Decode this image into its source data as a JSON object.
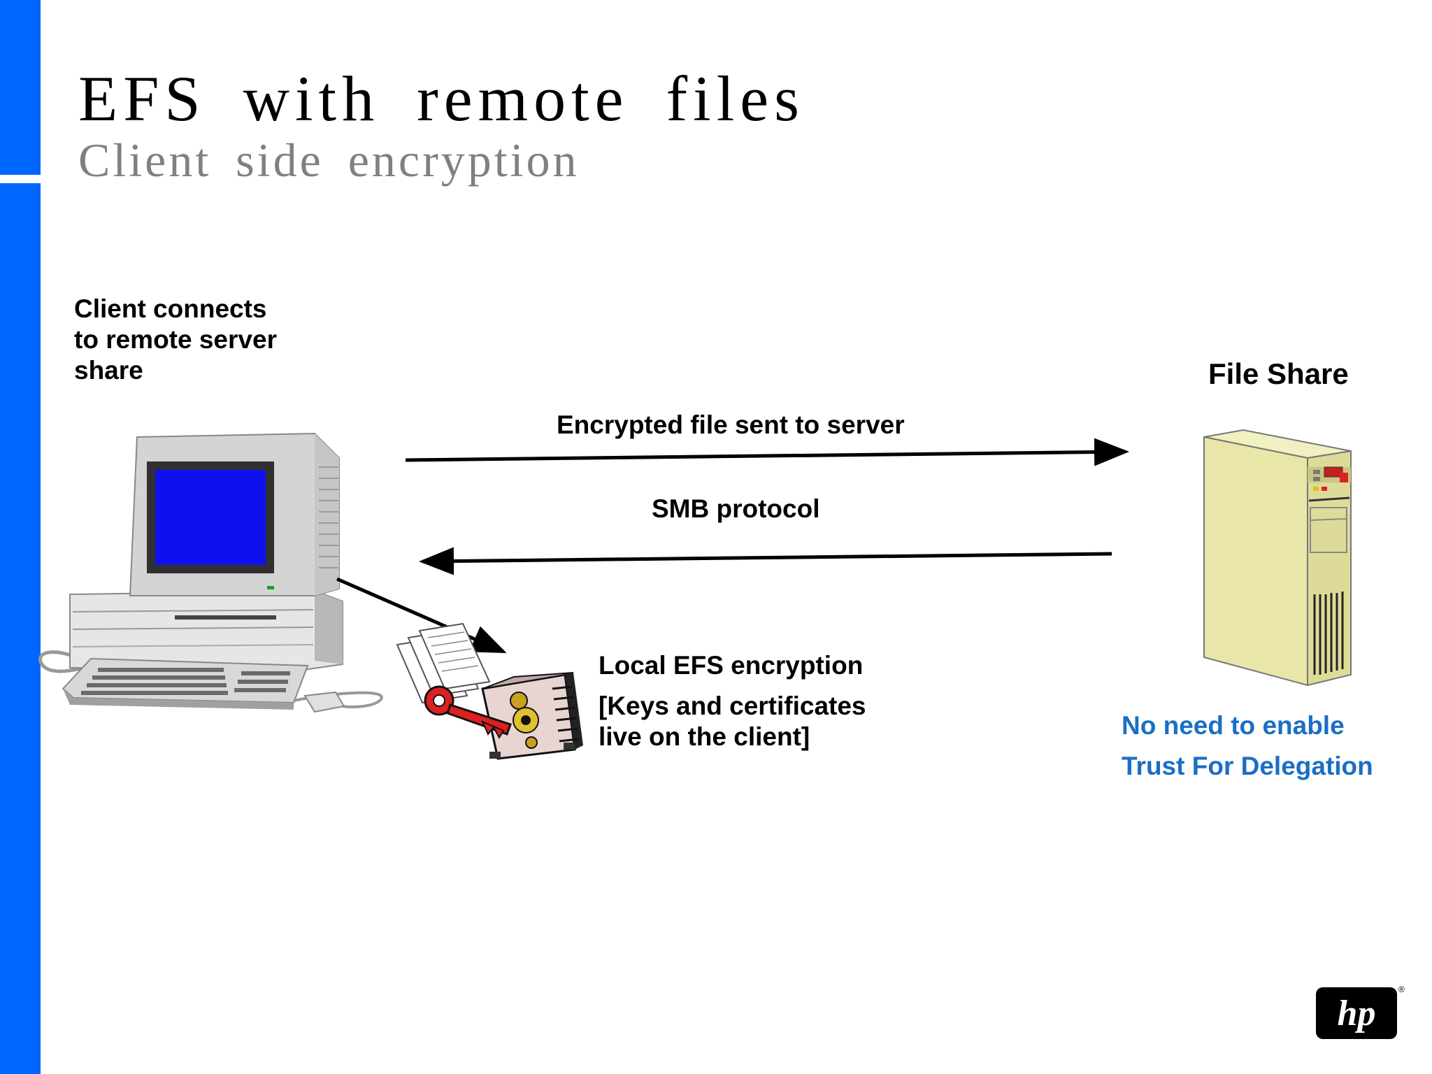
{
  "slide": {
    "title": "EFS with remote files",
    "subtitle": "Client side encryption"
  },
  "labels": {
    "client_lines": [
      "Client connects",
      "to remote server",
      "share"
    ],
    "file_share": "File Share",
    "encrypted_sent": "Encrypted file sent to server",
    "smb_protocol": "SMB protocol",
    "local_efs": "Local EFS encryption",
    "keys_lines": [
      "[Keys and certificates",
      "live on the client]"
    ],
    "no_need": "No need to enable",
    "trust": "Trust For Delegation"
  },
  "logo": {
    "text": "hp",
    "reg": "®"
  },
  "colors": {
    "accent_bar": "#0066ff",
    "note_text": "#1a6fc4",
    "server_body": "#e8e6a8",
    "monitor_screen": "#1010ee",
    "key": "#dd2020"
  },
  "icons": [
    "computer-icon",
    "server-icon",
    "safe-key-icon",
    "hp-logo"
  ]
}
